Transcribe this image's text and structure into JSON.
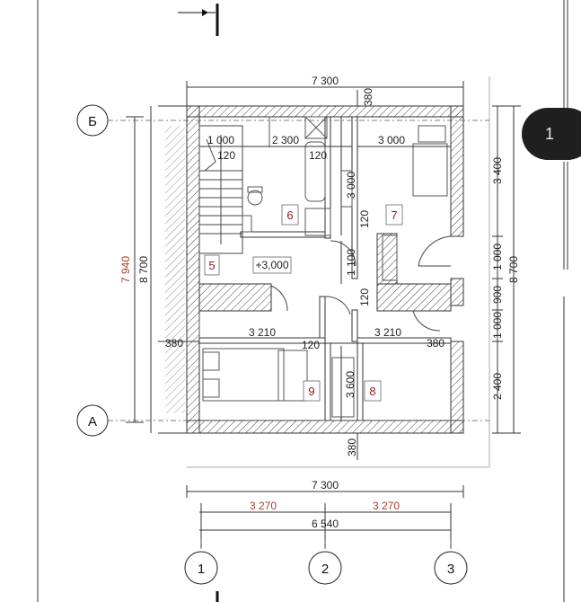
{
  "page_badge": "1",
  "dimensions": {
    "total_width_top": "7 300",
    "total_width_bottom": "7 300",
    "axis_span": "6 540",
    "axis_1_2": "3 270",
    "axis_2_3": "3 270",
    "wall_top": "380",
    "wall_bottom": "380",
    "wall_left": "380",
    "wall_right": "380",
    "left_total_outer": "7 940",
    "left_total_inner": "8 700",
    "right_total": "8 700",
    "right_3400": "3 400",
    "right_1000a": "1 000",
    "right_900": "900",
    "right_1000b": "1 000",
    "right_2400": "2 400",
    "stair_width": "1 000",
    "bath_width": "2 300",
    "room7_width": "3 000",
    "partition_a": "120",
    "partition_b": "120",
    "partition_c": "120",
    "partition_d": "120",
    "partition_e": "120",
    "room6_depth": "3 000",
    "hall_width": "1 100",
    "room9_width": "3 210",
    "room8_width": "3 210",
    "room9_depth": "3 600"
  },
  "rooms": {
    "r5": "5",
    "r6": "6",
    "r7": "7",
    "r8": "8",
    "r9": "9",
    "level": "+3,000"
  },
  "axes": {
    "row_top": "Б",
    "row_bottom": "А",
    "col_1": "1",
    "col_2": "2",
    "col_3": "3"
  }
}
